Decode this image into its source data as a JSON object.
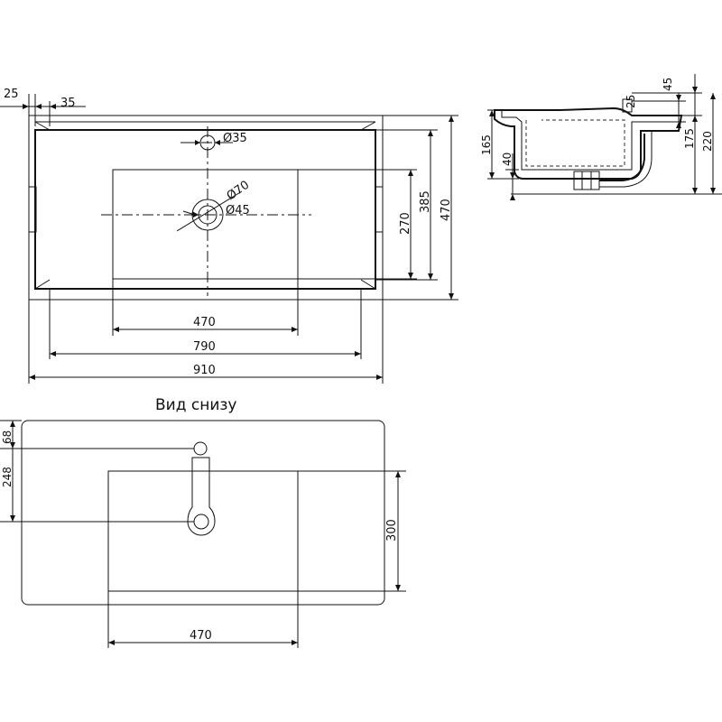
{
  "top_view": {
    "dim_25": "25",
    "dim_35": "35",
    "dim_tap_hole": "Ø35",
    "dim_drain_outer": "Ø70",
    "dim_drain_inner": "Ø45",
    "dim_270": "270",
    "dim_385": "385",
    "dim_470_height": "470",
    "dim_470_width": "470",
    "dim_790": "790",
    "dim_910": "910"
  },
  "side_view": {
    "dim_45": "45",
    "dim_25": "25",
    "dim_165": "165",
    "dim_40": "40",
    "dim_175": "175",
    "dim_220": "220"
  },
  "bottom_view": {
    "title": "Вид снизу",
    "dim_68": "68",
    "dim_248": "248",
    "dim_300": "300",
    "dim_470": "470"
  }
}
